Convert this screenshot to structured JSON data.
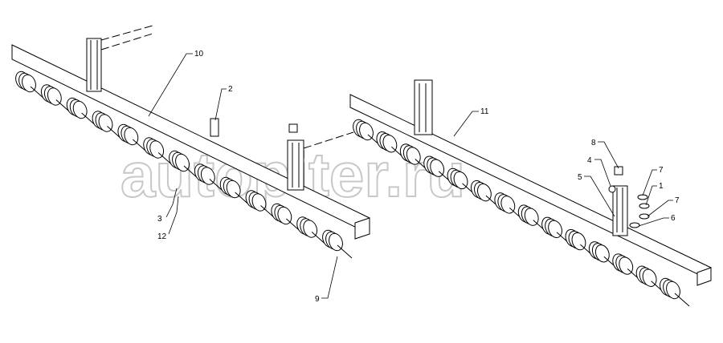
{
  "watermark": "autopiter.ru",
  "labels": {
    "l10": "10",
    "l2": "2",
    "l11": "11",
    "l3": "3",
    "l12": "12",
    "l9": "9",
    "l8": "8",
    "l4": "4",
    "l5": "5",
    "l7a": "7",
    "l1": "1",
    "l7b": "7",
    "l6": "6"
  }
}
